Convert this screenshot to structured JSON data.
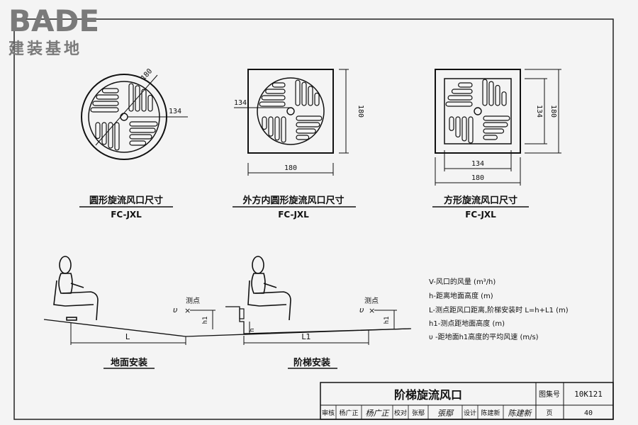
{
  "logo": {
    "text": "BADE",
    "subtitle": "建装基地"
  },
  "diagram1": {
    "caption": "圆形旋流风口尺寸",
    "model": "FC-JXL",
    "dim_outer": "180",
    "dim_inner": "134"
  },
  "diagram2": {
    "caption": "外方内圆形旋流风口尺寸",
    "model": "FC-JXL",
    "dim_inner": "134",
    "dim_width": "180",
    "dim_height": "180"
  },
  "diagram3": {
    "caption": "方形旋流风口尺寸",
    "model": "FC-JXL",
    "dim_inner_w": "134",
    "dim_outer_w": "180",
    "dim_inner_h": "134",
    "dim_outer_h": "180"
  },
  "install1": {
    "caption": "地面安装",
    "point_label": "测点",
    "velocity_symbol": "υ",
    "height_label": "h1",
    "distance_label": "L"
  },
  "install2": {
    "caption": "阶梯安装",
    "point_label": "测点",
    "velocity_symbol": "υ",
    "height_label": "h1",
    "step_label": "h",
    "distance_label": "L1"
  },
  "legend": [
    "V-风口的风量 (m³/h)",
    "h-距离地面高度 (m)",
    "L-测点距风口距离,阶梯安装时 L=h+L1 (m)",
    "h1-测点距地面高度 (m)",
    "υ -距地面h1高度的平均风速 (m/s)"
  ],
  "title_block": {
    "title": "阶梯旋流风口",
    "atlas_label": "图集号",
    "atlas_no": "10K121",
    "review_label": "审核",
    "reviewer": "杨广正",
    "reviewer_sign": "杨广正",
    "check_label": "校对",
    "checker": "张鄢",
    "checker_sign": "張鄢",
    "design_label": "设计",
    "designer": "陈建新",
    "designer_sign": "陈建新",
    "page_label": "页",
    "page_no": "40"
  }
}
